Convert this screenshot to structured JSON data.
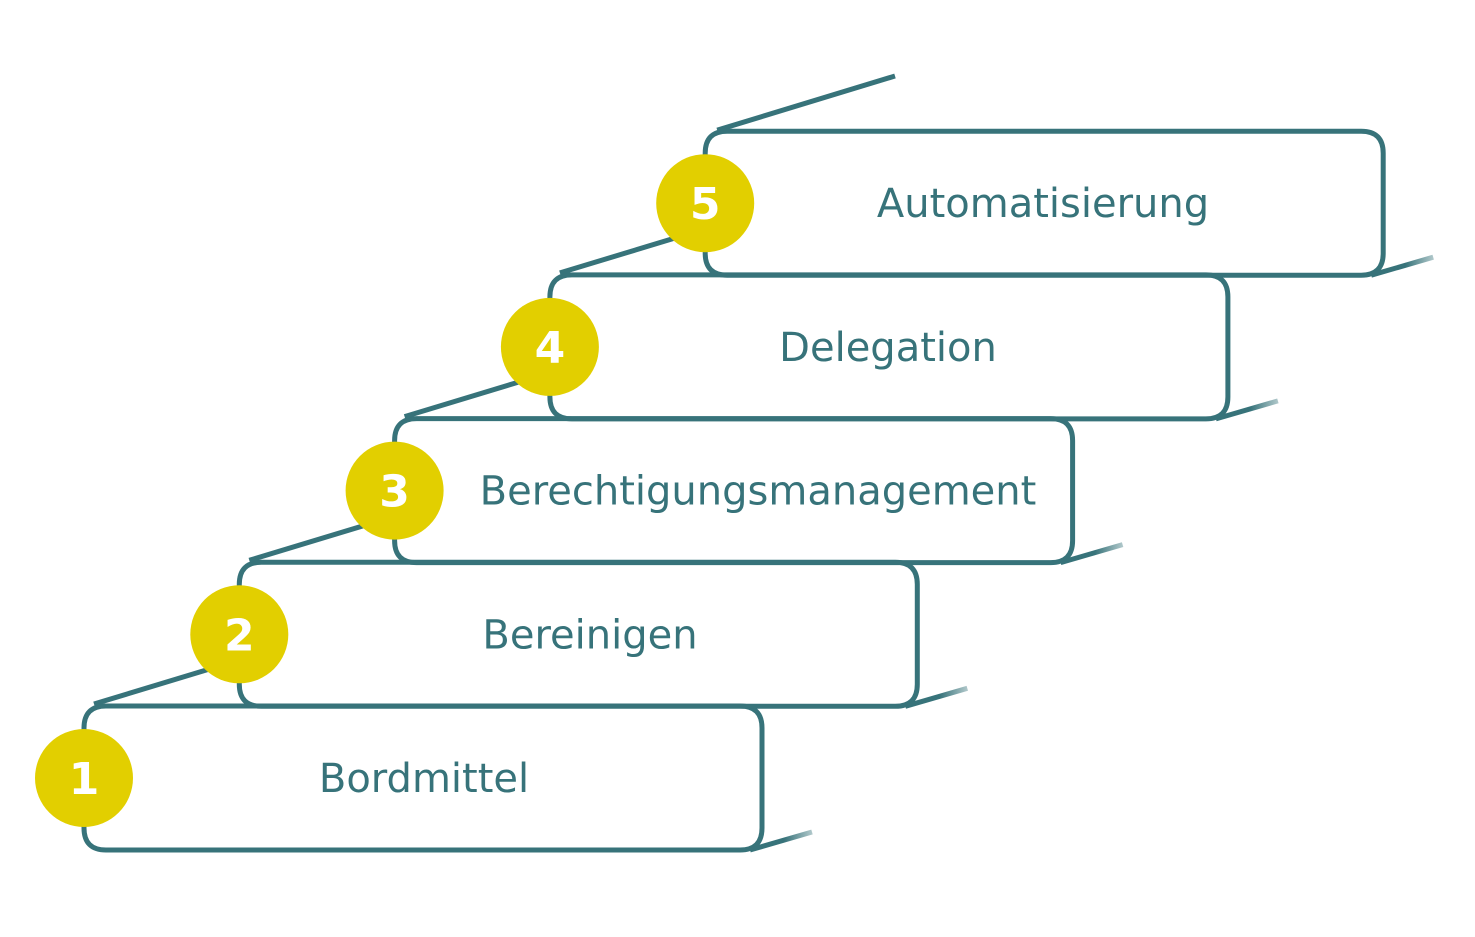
{
  "diagram": {
    "type": "staircase",
    "colors": {
      "line": "#37737a",
      "badge": "#e2cf00",
      "badge_text": "#ffffff",
      "label": "#37737a"
    },
    "steps": [
      {
        "number": "1",
        "label": "Bordmittel"
      },
      {
        "number": "2",
        "label": "Bereinigen"
      },
      {
        "number": "3",
        "label": "Berechtigungsmanagement"
      },
      {
        "number": "4",
        "label": "Delegation"
      },
      {
        "number": "5",
        "label": "Automatisierung"
      }
    ]
  }
}
